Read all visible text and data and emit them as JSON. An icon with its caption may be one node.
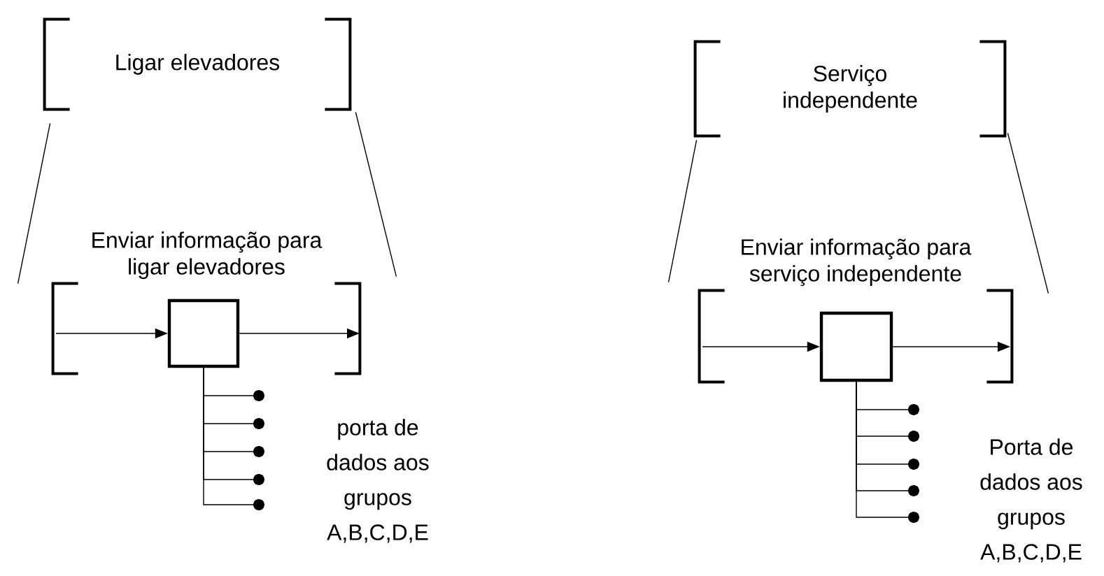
{
  "diagram": {
    "nodes": [
      {
        "text": [
          "Ligar elevadores"
        ]
      },
      {
        "text": [
          "Enviar informação para ligar elevadores"
        ]
      },
      {
        "text": [],
        "shape": "box",
        "in": 1
      },
      {
        "text": [],
        "shape": "circle"
      },
      {
        "text": [],
        "shape": "circle"
      },
      {
        "text": [],
        "shape": "circle"
      },
      {
        "text": [],
        "shape": "circle"
      },
      {
        "text": [],
        "shape": "circle"
      },
      {
        "text": [
          "Serviço independente"
        ]
      },
      {
        "text": [
          "Enviar informação para serviço independente"
        ]
      },
      {
        "text": [],
        "shape": "box",
        "in": 9
      },
      {
        "text": [],
        "shape": "circle"
      },
      {
        "text": [],
        "shape": "circle"
      },
      {
        "text": [],
        "shape": "circle"
      },
      {
        "text": [],
        "shape": "circle"
      },
      {
        "text": [],
        "shape": "circle"
      }
    ],
    "edges": [
      {
        "from": null,
        "to": 2,
        "arrow": "to"
      },
      {
        "from": 2,
        "to": null,
        "arrow": "to"
      },
      {
        "from": 2,
        "to": 3,
        "arrow": "none"
      },
      {
        "from": 2,
        "to": 4,
        "arrow": "none"
      },
      {
        "from": 2,
        "to": 5,
        "arrow": "none"
      },
      {
        "from": 2,
        "to": 6,
        "arrow": "none"
      },
      {
        "from": 2,
        "to": 7,
        "arrow": "none"
      },
      {
        "from": 0,
        "to": 1,
        "arrow": "none"
      },
      {
        "from": 0,
        "to": 1,
        "arrow": "none"
      },
      {
        "from": null,
        "to": 10,
        "arrow": "to"
      },
      {
        "from": 10,
        "to": null,
        "arrow": "to"
      },
      {
        "from": 10,
        "to": 11,
        "arrow": "none"
      },
      {
        "from": 10,
        "to": 12,
        "arrow": "none"
      },
      {
        "from": 10,
        "to": 13,
        "arrow": "none"
      },
      {
        "from": 10,
        "to": 14,
        "arrow": "none"
      },
      {
        "from": 10,
        "to": 15,
        "arrow": "none"
      },
      {
        "from": 8,
        "to": 9,
        "arrow": "none"
      },
      {
        "from": 8,
        "to": 9,
        "arrow": "none"
      }
    ],
    "labels": [
      "porta de dados aos grupos A,B,C,D,E",
      "Porta de dados aos grupos A,B,C,D,E"
    ]
  }
}
